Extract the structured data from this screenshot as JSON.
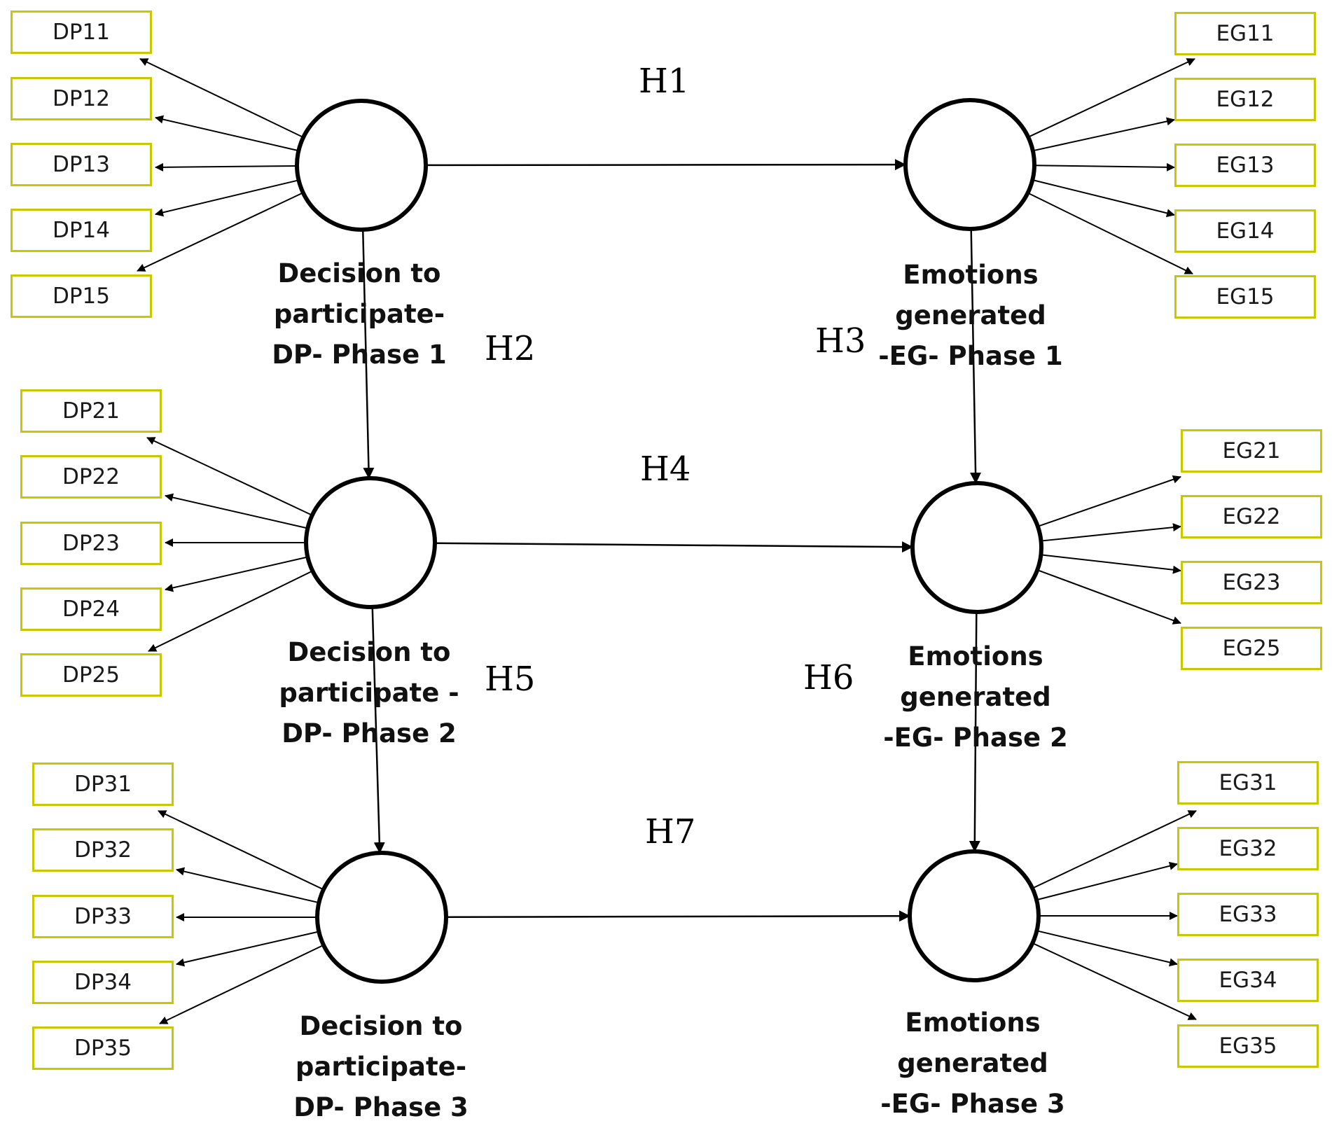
{
  "constructs": {
    "dp1": {
      "label": "Decision to\nparticipate-\nDP- Phase 1"
    },
    "dp2": {
      "label": "Decision to\nparticipate -\nDP- Phase 2"
    },
    "dp3": {
      "label": "Decision to\nparticipate-\nDP-  Phase 3"
    },
    "eg1": {
      "label": "Emotions\ngenerated\n-EG- Phase 1"
    },
    "eg2": {
      "label": "Emotions\ngenerated\n-EG- Phase 2"
    },
    "eg3": {
      "label": "Emotions\ngenerated\n-EG- Phase 3"
    }
  },
  "indicators": {
    "dp1": [
      "DP11",
      "DP12",
      "DP13",
      "DP14",
      "DP15"
    ],
    "dp2": [
      "DP21",
      "DP22",
      "DP23",
      "DP24",
      "DP25"
    ],
    "dp3": [
      "DP31",
      "DP32",
      "DP33",
      "DP34",
      "DP35"
    ],
    "eg1": [
      "EG11",
      "EG12",
      "EG13",
      "EG14",
      "EG15"
    ],
    "eg2": [
      "EG21",
      "EG22",
      "EG23",
      "EG25"
    ],
    "eg3": [
      "EG31",
      "EG32",
      "EG33",
      "EG34",
      "EG35"
    ]
  },
  "hypotheses": [
    {
      "id": "h1",
      "label": "H1",
      "from": "dp1",
      "to": "eg1"
    },
    {
      "id": "h2",
      "label": "H2",
      "from": "dp1",
      "to": "dp2"
    },
    {
      "id": "h3",
      "label": "H3",
      "from": "eg1",
      "to": "eg2"
    },
    {
      "id": "h4",
      "label": "H4",
      "from": "dp2",
      "to": "eg2"
    },
    {
      "id": "h5",
      "label": "H5",
      "from": "dp2",
      "to": "dp3"
    },
    {
      "id": "h6",
      "label": "H6",
      "from": "eg2",
      "to": "eg3"
    },
    {
      "id": "h7",
      "label": "H7",
      "from": "dp3",
      "to": "eg3"
    }
  ],
  "colors": {
    "indicator_border": "#c8c800",
    "line": "#000000"
  }
}
